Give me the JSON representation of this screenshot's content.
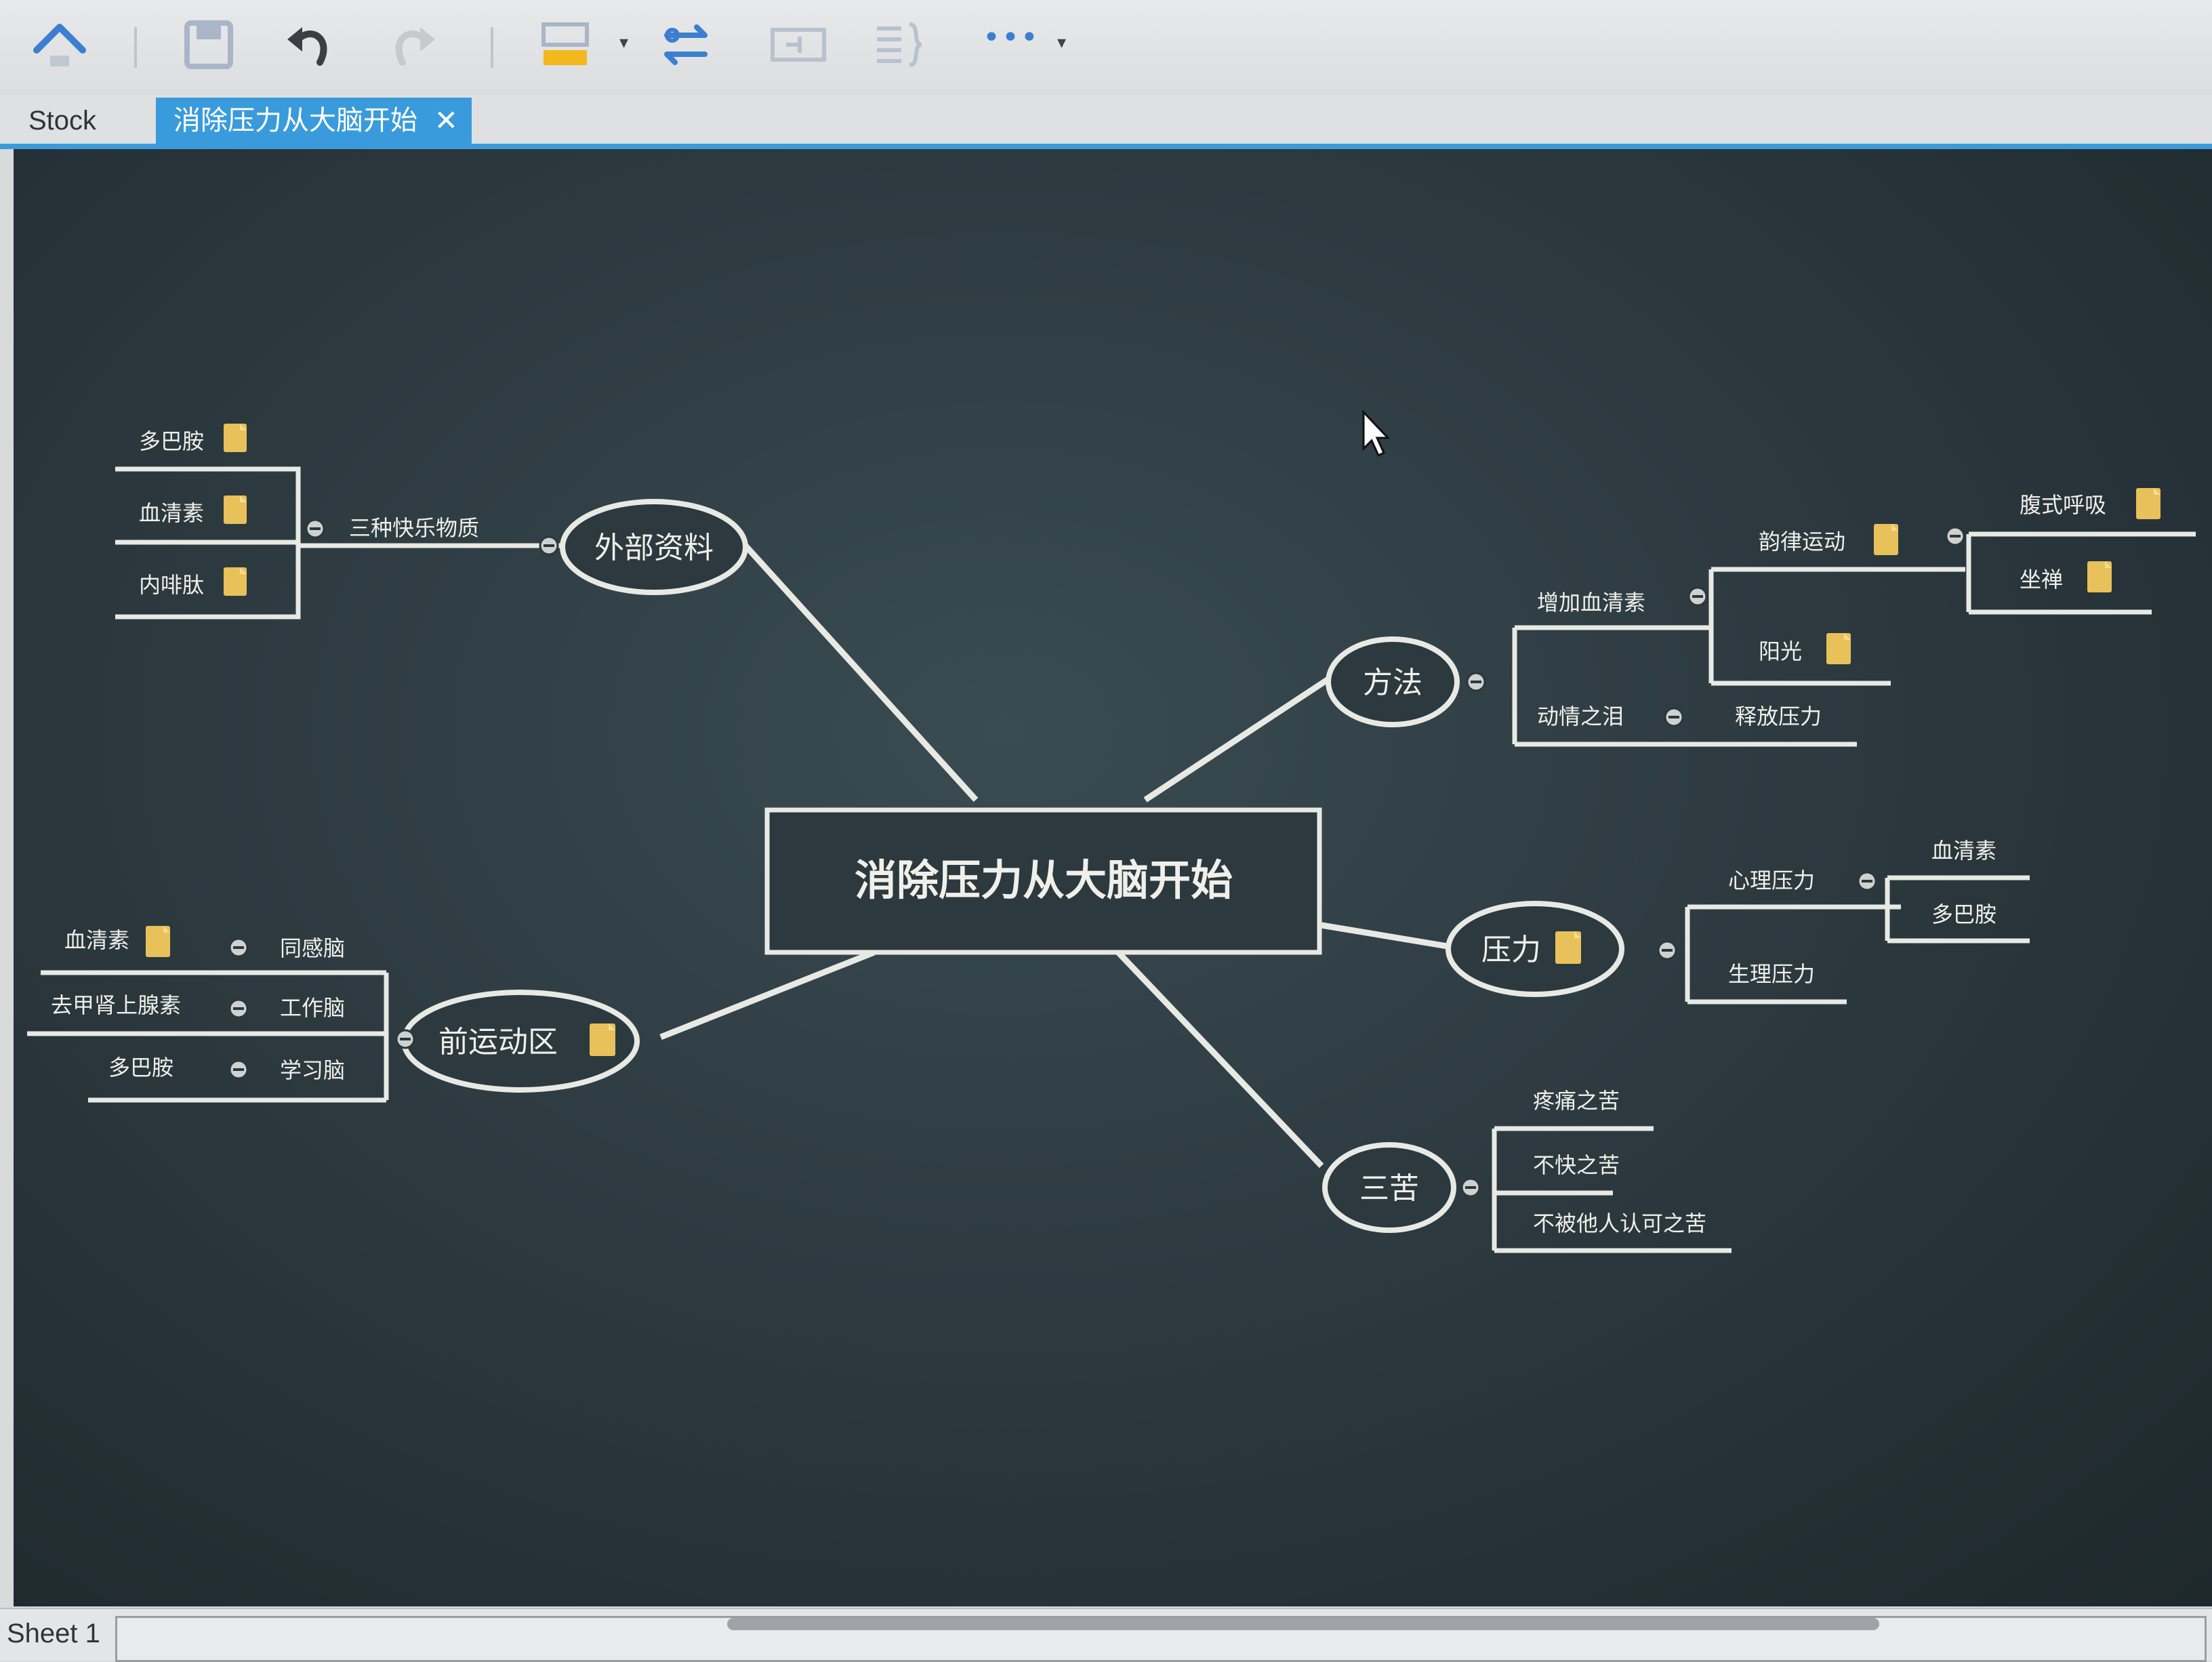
{
  "toolbar": {
    "icons": [
      "home-icon",
      "save-icon",
      "undo-icon",
      "redo-icon",
      "topic-style-icon",
      "relationship-icon",
      "structure-icon",
      "summary-icon",
      "more-icon"
    ],
    "more_label": "•••"
  },
  "tabs": {
    "inactive": "Stock",
    "active": "消除压力从大脑开始",
    "close": "✕"
  },
  "map": {
    "central": "消除压力从大脑开始",
    "external": {
      "label": "外部资料",
      "sub": "三种快乐物质",
      "items": [
        "多巴胺",
        "血清素",
        "内啡肽"
      ]
    },
    "method": {
      "label": "方法",
      "increase": "增加血清素",
      "rhythm": "韵律运动",
      "rhythm_items": [
        "腹式呼吸",
        "坐禅"
      ],
      "sunlight": "阳光",
      "tears": "动情之泪",
      "release": "释放压力"
    },
    "pressure": {
      "label": "压力",
      "psych": "心理压力",
      "psych_items": [
        "血清素",
        "多巴胺"
      ],
      "physio": "生理压力"
    },
    "three": {
      "label": "三苦",
      "items": [
        "疼痛之苦",
        "不快之苦",
        "不被他人认可之苦"
      ]
    },
    "premotor": {
      "label": "前运动区",
      "rows": [
        {
          "left": "血清素",
          "right": "同感脑"
        },
        {
          "left": "去甲肾上腺素",
          "right": "工作脑"
        },
        {
          "left": "多巴胺",
          "right": "学习脑"
        }
      ]
    }
  },
  "status": {
    "sheet": "Sheet 1"
  }
}
